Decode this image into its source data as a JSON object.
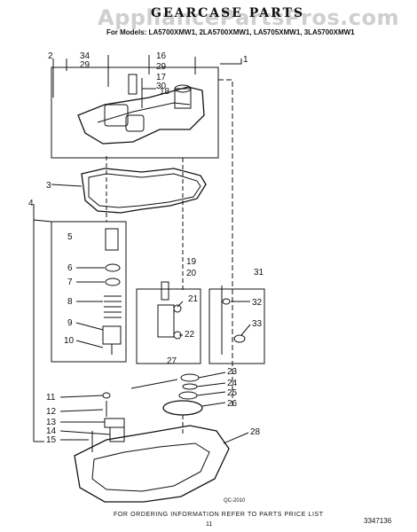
{
  "header": {
    "watermark": "AppliancePartsPros.com",
    "title": "GEARCASE PARTS",
    "models": "For Models: LA5700XMW1, 2LA5700XMW1, LA5705XMW1, 3LA5700XMW1"
  },
  "callouts": [
    "1",
    "2",
    "3",
    "4",
    "5",
    "6",
    "7",
    "8",
    "9",
    "10",
    "11",
    "12",
    "13",
    "14",
    "15",
    "16",
    "17",
    "18",
    "19",
    "20",
    "21",
    "22",
    "23",
    "24",
    "25",
    "26",
    "27",
    "28",
    "29",
    "29",
    "30",
    "31",
    "32",
    "33",
    "34"
  ],
  "stamp": "QC-2010",
  "footer": {
    "ordering": "FOR ORDERING INFORMATION REFER TO PARTS PRICE LIST",
    "page": "11",
    "doc_number": "3347136"
  }
}
